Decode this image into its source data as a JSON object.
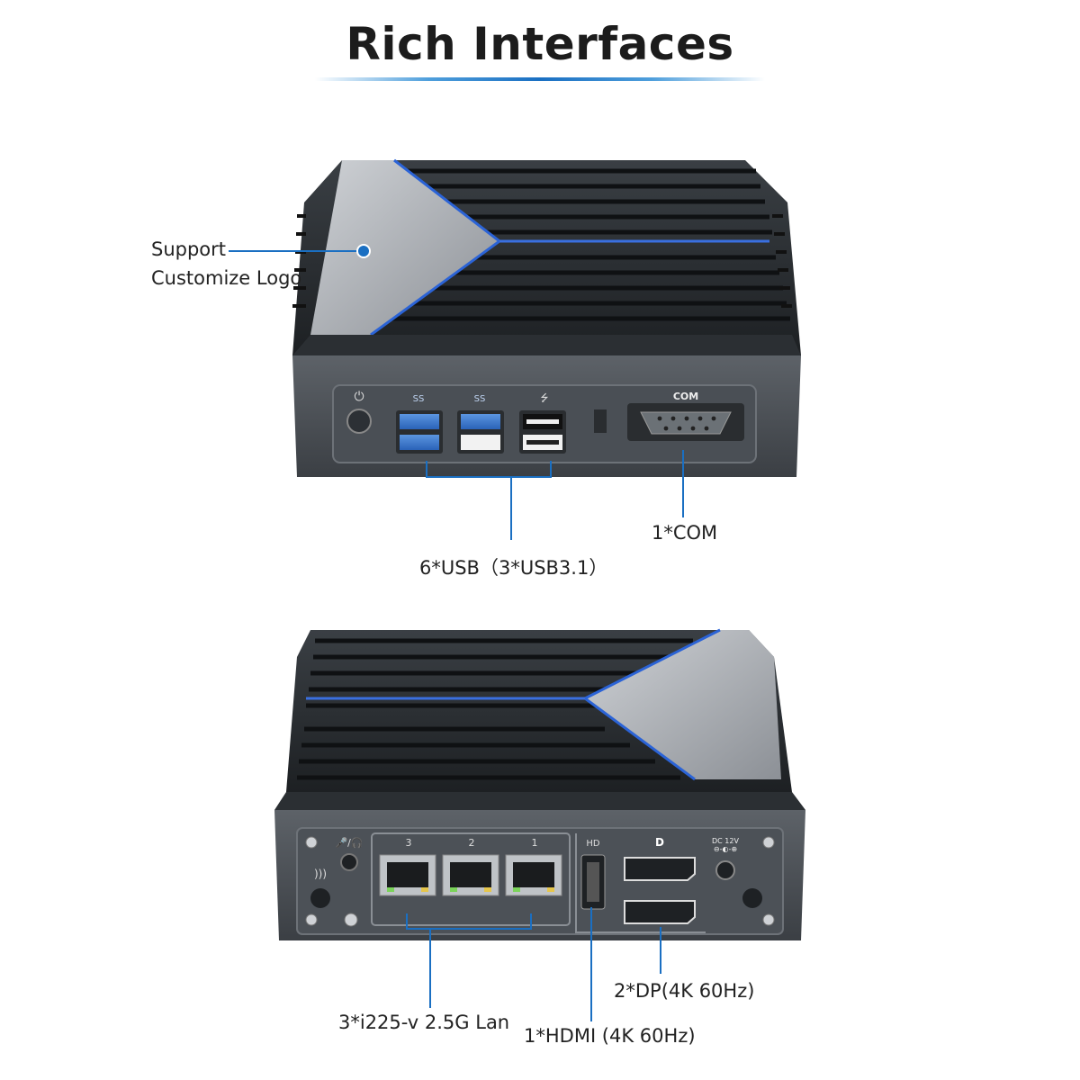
{
  "title": "Rich Interfaces",
  "accent_color": "#1a6fc2",
  "top_view": {
    "callouts": {
      "logo_line1": "Support",
      "logo_line2": "Customize Logo",
      "usb": "6*USB（3*USB3.1）",
      "com": "1*COM"
    },
    "port_labels": {
      "com": "COM",
      "usb3_a": "SS",
      "usb3_b": "SS"
    },
    "icons": [
      "power-icon",
      "usb-icon",
      "sd-card-icon"
    ]
  },
  "bottom_view": {
    "callouts": {
      "lan": "3*i225-v 2.5G Lan",
      "hdmi": "1*HDMI (4K 60Hz)",
      "dp": "2*DP(4K 60Hz)"
    },
    "port_labels": {
      "lan3": "3",
      "lan2": "2",
      "lan1": "1",
      "dc": "DC 12V"
    },
    "icons": [
      "audio-jack-icon",
      "wifi-icon",
      "lan-icon",
      "hdmi-icon",
      "displayport-icon",
      "dc-power-icon"
    ]
  }
}
